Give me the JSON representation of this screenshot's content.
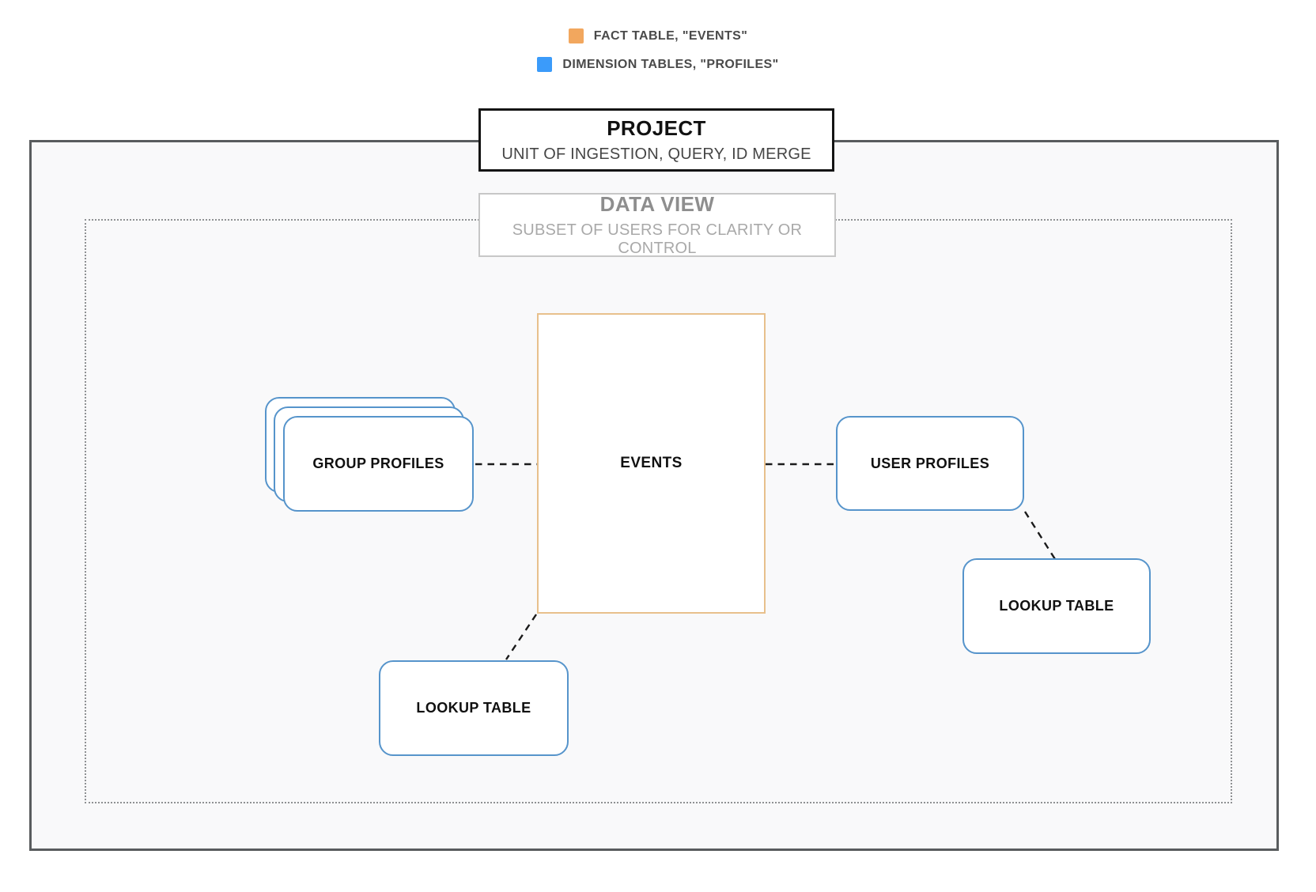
{
  "legend": {
    "items": [
      {
        "name": "fact-table",
        "label": "FACT TABLE, \"EVENTS\"",
        "color": "#f2a75e"
      },
      {
        "name": "dimension-tables",
        "label": "DIMENSION TABLES, \"PROFILES\"",
        "color": "#3b9bfa"
      }
    ]
  },
  "project": {
    "title": "PROJECT",
    "subtitle": "UNIT OF INGESTION, QUERY, ID MERGE"
  },
  "data_view": {
    "title": "DATA VIEW",
    "subtitle": "SUBSET OF USERS FOR CLARITY OR CONTROL"
  },
  "nodes": {
    "events": {
      "label": "EVENTS",
      "type": "fact"
    },
    "group_profiles": {
      "label": "GROUP PROFILES",
      "type": "dimension",
      "stacked": true
    },
    "user_profiles": {
      "label": "USER PROFILES",
      "type": "dimension"
    },
    "lookup_right": {
      "label": "LOOKUP TABLE",
      "type": "dimension"
    },
    "lookup_bottom": {
      "label": "LOOKUP TABLE",
      "type": "dimension"
    }
  },
  "colors": {
    "fact_accent": "#f2a75e",
    "dimension_accent": "#3b9bfa",
    "fact_border": "#e8c08c",
    "dimension_border": "#5694cb",
    "outer_border": "#595c5e",
    "inner_dotted_border": "#8f9193",
    "connector": "#1b1b1b"
  }
}
